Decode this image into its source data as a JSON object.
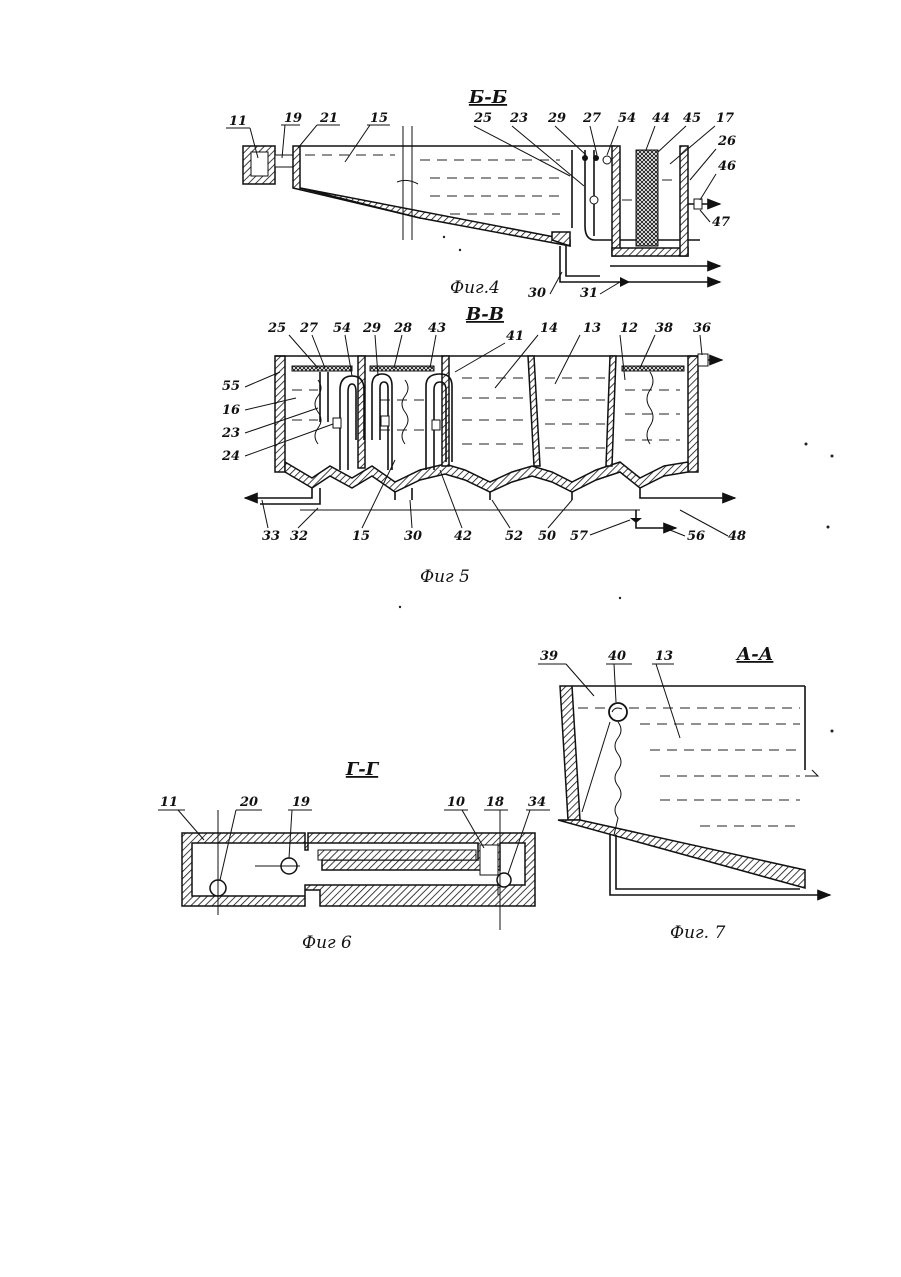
{
  "figures": [
    {
      "caption": "Фиг.4",
      "section": "Б-Б",
      "labels": [
        "11",
        "19",
        "21",
        "15",
        "25",
        "23",
        "29",
        "27",
        "54",
        "44",
        "45",
        "17",
        "26",
        "46",
        "47",
        "30",
        "31"
      ]
    },
    {
      "caption": "Фиг 5",
      "section": "В-В",
      "labels": [
        "25",
        "27",
        "54",
        "29",
        "28",
        "43",
        "41",
        "14",
        "13",
        "12",
        "38",
        "36",
        "55",
        "16",
        "23",
        "24",
        "33",
        "32",
        "15",
        "30",
        "42",
        "52",
        "50",
        "57",
        "56",
        "48"
      ]
    },
    {
      "caption": "Фиг 6",
      "section": "Г-Г",
      "labels": [
        "11",
        "20",
        "19",
        "10",
        "18",
        "34"
      ]
    },
    {
      "caption": "Фиг. 7",
      "section": "А-А",
      "labels": [
        "39",
        "40",
        "13"
      ]
    }
  ]
}
